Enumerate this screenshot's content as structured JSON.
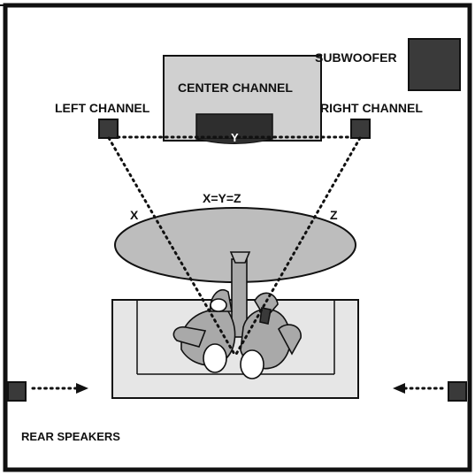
{
  "diagram": {
    "labels": {
      "subwoofer": "SUBWOOFER",
      "center_channel": "CENTER CHANNEL",
      "left_channel": "LEFT CHANNEL",
      "right_channel": "RIGHT CHANNEL",
      "rear_speakers": "REAR SPEAKERS",
      "equation": "X=Y=Z",
      "x": "X",
      "y": "Y",
      "z": "Z"
    },
    "colors": {
      "room_wall": "#111111",
      "speaker_fill": "#3a3a3a",
      "tv_fill": "#d0d0d0",
      "table_fill": "#bdbdbd",
      "sofa_fill": "#e6e6e6",
      "people_fill": "#a9a9a9"
    }
  }
}
